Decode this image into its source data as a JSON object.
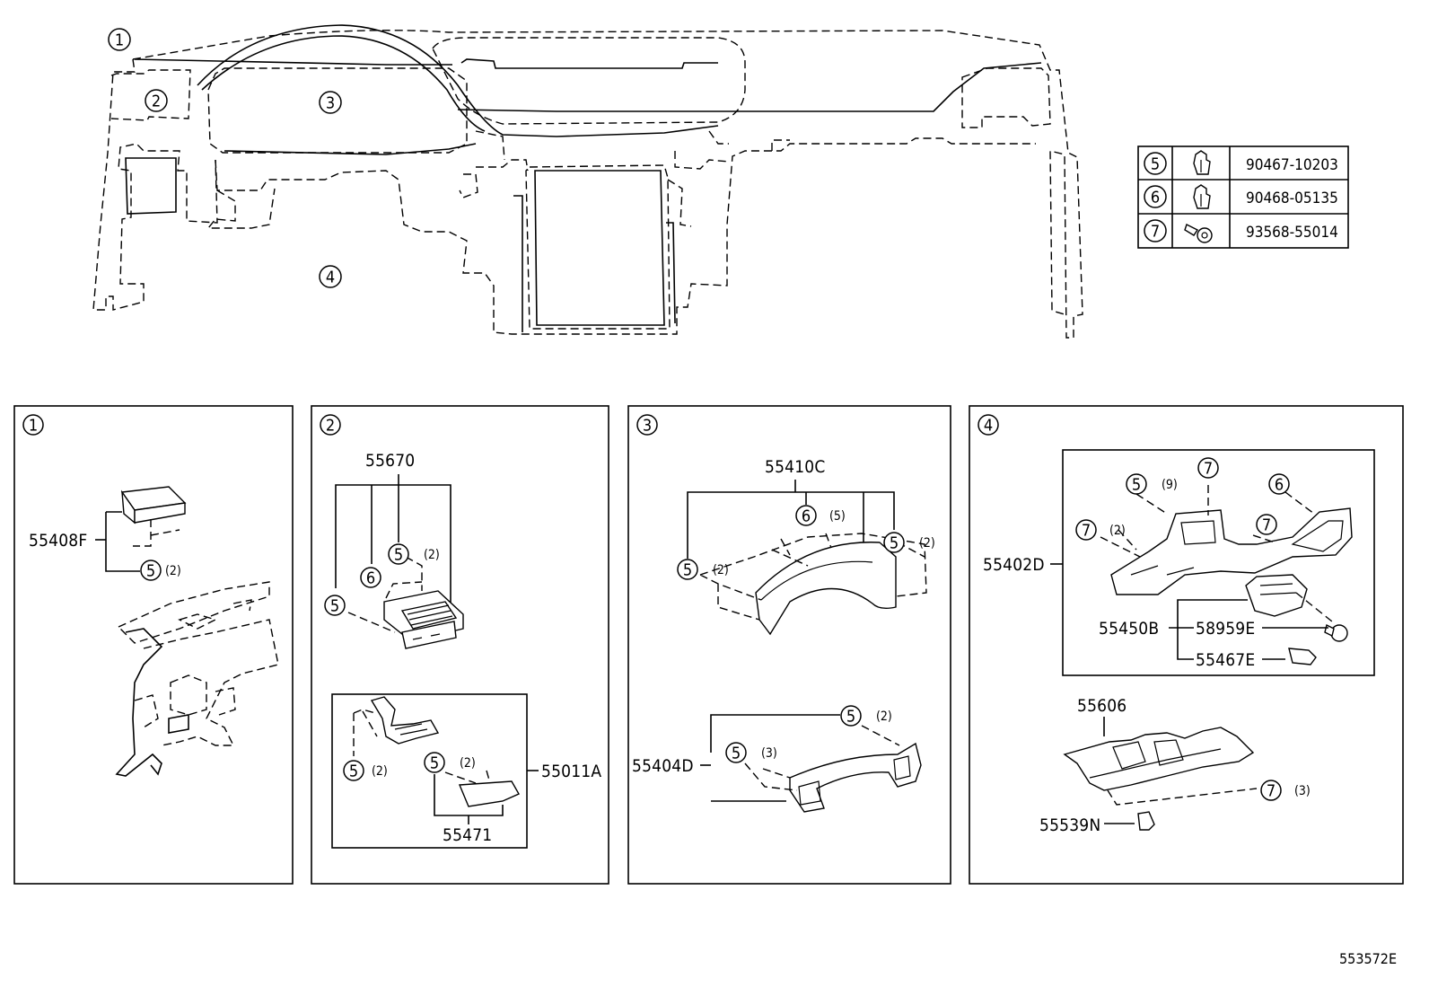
{
  "overview": {
    "markers": [
      "1",
      "2",
      "3",
      "4"
    ]
  },
  "fastener_table": {
    "rows": [
      {
        "ref": "5",
        "icon": "clip-icon",
        "part": "90467-10203"
      },
      {
        "ref": "6",
        "icon": "clip-icon",
        "part": "90468-05135"
      },
      {
        "ref": "7",
        "icon": "screw-icon",
        "part": "93568-55014"
      }
    ]
  },
  "panels": {
    "p1": {
      "id": "1",
      "part": "55408F",
      "callouts": [
        {
          "ref": "5",
          "qty": "(2)"
        }
      ]
    },
    "p2": {
      "id": "2",
      "parts": [
        "55670",
        "55011A",
        "55471"
      ],
      "callouts": [
        {
          "ref": "5",
          "qty": "(2)"
        },
        {
          "ref": "6",
          "qty": ""
        },
        {
          "ref": "5",
          "qty": ""
        },
        {
          "ref": "5",
          "qty": "(2)"
        },
        {
          "ref": "5",
          "qty": "(2)"
        }
      ]
    },
    "p3": {
      "id": "3",
      "parts": [
        "55410C",
        "55404D"
      ],
      "callouts": [
        {
          "ref": "6",
          "qty": "(5)"
        },
        {
          "ref": "5",
          "qty": "(2)"
        },
        {
          "ref": "5",
          "qty": "(2)"
        },
        {
          "ref": "5",
          "qty": "(2)"
        },
        {
          "ref": "5",
          "qty": "(3)"
        }
      ]
    },
    "p4": {
      "id": "4",
      "parts": [
        "55402D",
        "55450B",
        "58959E",
        "55467E",
        "55606",
        "55539N"
      ],
      "callouts": [
        {
          "ref": "5",
          "qty": "(9)"
        },
        {
          "ref": "7",
          "qty": ""
        },
        {
          "ref": "6",
          "qty": ""
        },
        {
          "ref": "7",
          "qty": "(2)"
        },
        {
          "ref": "7",
          "qty": ""
        },
        {
          "ref": "7",
          "qty": "(3)"
        }
      ]
    }
  },
  "diagram_ref": "553572E"
}
